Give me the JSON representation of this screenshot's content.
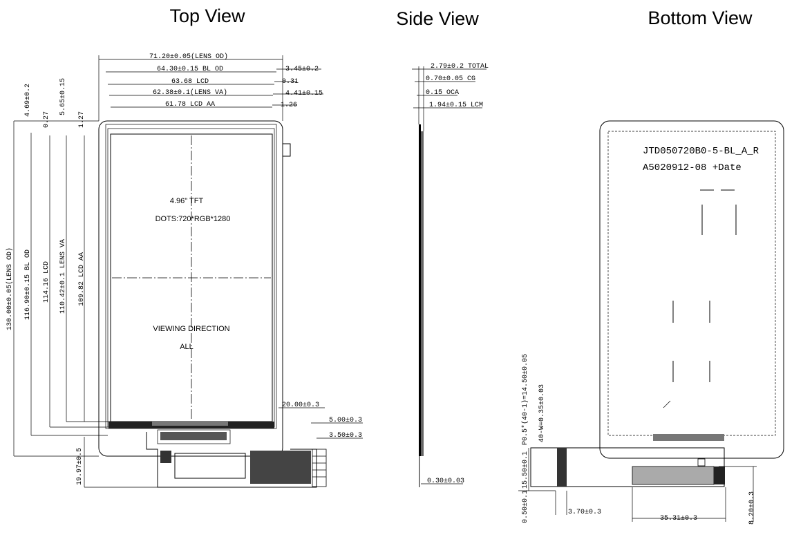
{
  "titles": {
    "top": "Top View",
    "side": "Side View",
    "bottom": "Bottom View"
  },
  "top_view": {
    "center_text": {
      "line1": "4.96\" TFT",
      "line2": "DOTS:720*RGB*1280",
      "line3": "VIEWING DIRECTION",
      "line4": "ALL"
    },
    "h_dims": {
      "lens_od": "71.20±0.05(LENS OD)",
      "bl_od": "64.30±0.15 BL OD",
      "lcd": "63.68 LCD",
      "lens_va": "62.38±0.1(LENS VA)",
      "lcd_aa": "61.78 LCD AA",
      "r1": "3.45±0.2",
      "r2": "0.31",
      "r3": "4.41±0.15",
      "r4": "1.26",
      "fpc_w": "20.00±0.3",
      "fpc_1": "5.00±0.3",
      "fpc_2": "3.50±0.3"
    },
    "v_dims": {
      "lens_od": "130.00±0.05(LENS OD)",
      "bl_od": "116.90±0.15 BL OD",
      "lcd": "114.16 LCD",
      "lens_va": "110.42±0.1 LENS VA",
      "lcd_aa": "109.82 LCD AA",
      "t1": "4.69±0.2",
      "t2": "0.27",
      "t3": "5.65±0.15",
      "t4": "1.27",
      "fpc_len": "19.97±0.5"
    }
  },
  "side_view": {
    "total": "2.79±0.2 TOTAL",
    "cg": "0.70±0.05 CG",
    "oca": "0.15 OCA",
    "lcm": "1.94±0.15 LCM",
    "fpc": "0.30±0.03"
  },
  "bottom_view": {
    "label_line1": "JTD050720B0-5-BL_A_R",
    "label_line2": "A5020912-08 +Date",
    "pitch": "P0.5*(40-1)=14.50±0.05",
    "pin_w": "40-W=0.35±0.03",
    "d1": "15.50±0.1",
    "d2": "0.50±0.1",
    "d3": "3.70±0.3",
    "d4": "35.31±0.3",
    "d5": "8.20±0.3"
  }
}
